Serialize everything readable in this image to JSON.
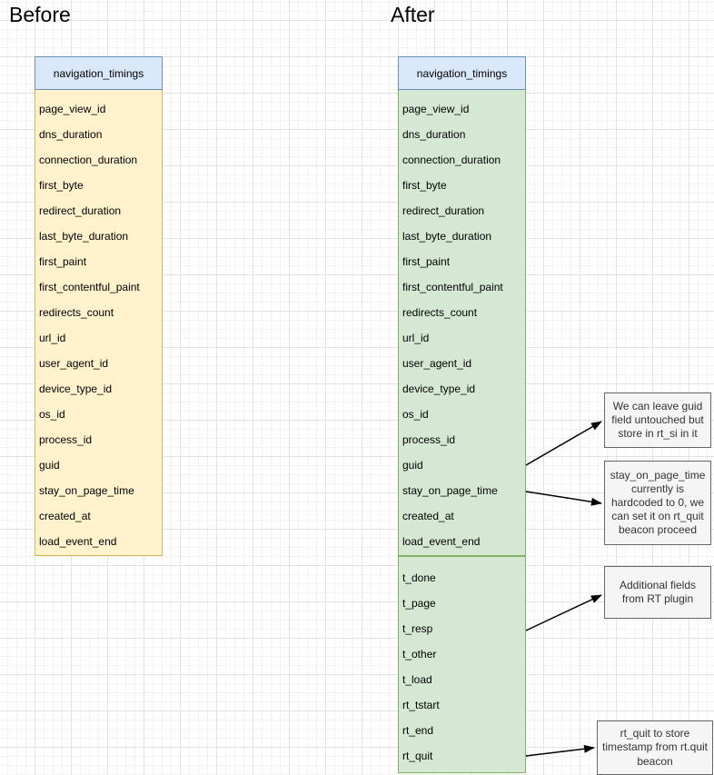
{
  "diagram": {
    "before_title": "Before",
    "after_title": "After"
  },
  "before_table": {
    "header": "navigation_timings",
    "fields": [
      "page_view_id",
      "dns_duration",
      "connection_duration",
      "first_byte",
      "redirect_duration",
      "last_byte_duration",
      "first_paint",
      "first_contentful_paint",
      "redirects_count",
      "url_id",
      "user_agent_id",
      "device_type_id",
      "os_id",
      "process_id",
      "guid",
      "stay_on_page_time",
      "created_at",
      "load_event_end"
    ]
  },
  "after_table": {
    "header": "navigation_timings",
    "fields": [
      "page_view_id",
      "dns_duration",
      "connection_duration",
      "first_byte",
      "redirect_duration",
      "last_byte_duration",
      "first_paint",
      "first_contentful_paint",
      "redirects_count",
      "url_id",
      "user_agent_id",
      "device_type_id",
      "os_id",
      "process_id",
      "guid",
      "stay_on_page_time",
      "created_at",
      "load_event_end"
    ],
    "extra_fields": [
      "t_done",
      "t_page",
      "t_resp",
      "t_other",
      "t_load",
      "rt_tstart",
      "rt_end",
      "rt_quit"
    ]
  },
  "annotations": [
    {
      "text": "We can leave guid field untouched but store in rt_si in it"
    },
    {
      "text": "stay_on_page_time currently is hardcoded to 0, we can set it on rt_quit beacon proceed"
    },
    {
      "text": "Additional fields from RT plugin"
    },
    {
      "text": "rt_quit to store timestamp from rt.quit beacon"
    }
  ],
  "colors": {
    "header_fill": "#dae8fc",
    "header_stroke": "#6c8ebf",
    "before_fill": "#fff2cc",
    "before_stroke": "#d6b656",
    "after_fill": "#d5e8d4",
    "after_stroke": "#82b366",
    "note_fill": "#f5f5f5",
    "note_stroke": "#666666",
    "arrow": "#000000"
  }
}
